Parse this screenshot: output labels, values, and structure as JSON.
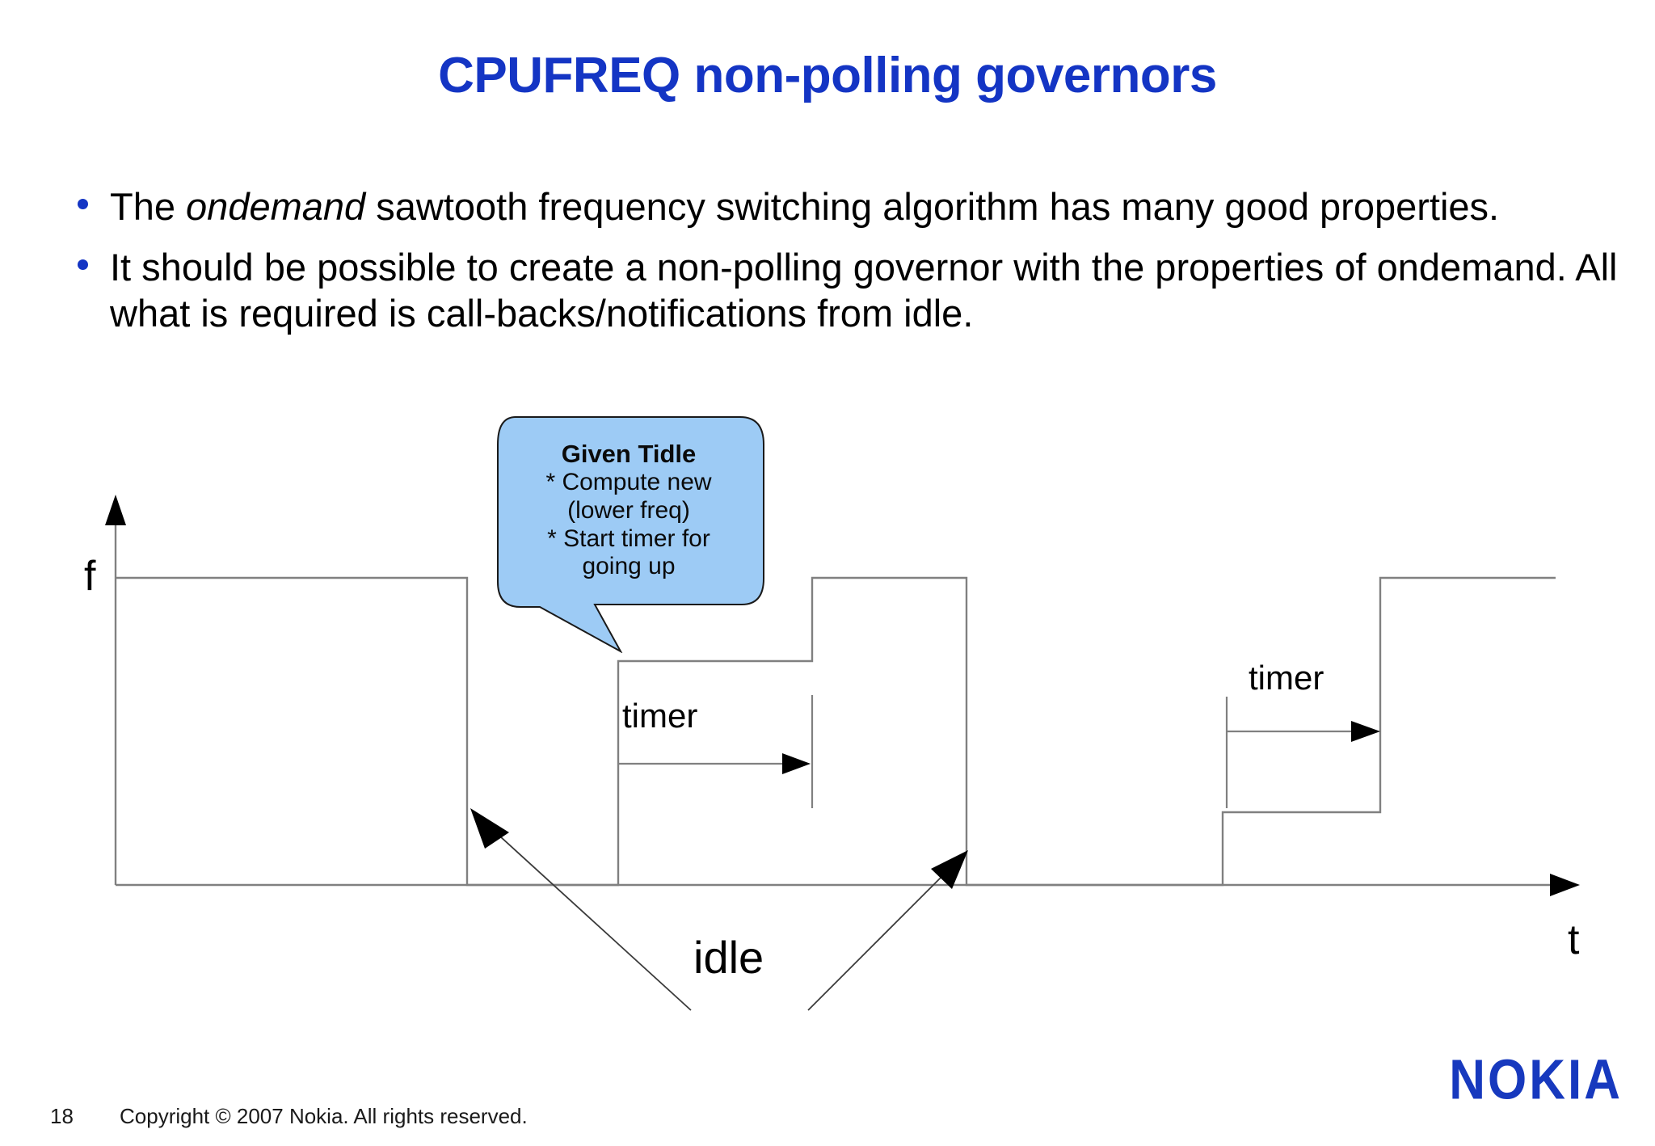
{
  "slide": {
    "title": "CPUFREQ non-polling governors",
    "page_number": "18",
    "copyright": "Copyright © 2007 Nokia. All rights reserved.",
    "logo_text": "NOKIA",
    "title_color": "#1435C4",
    "bullet_color": "#1435C4",
    "logo_color": "#1739BE"
  },
  "bullets": [
    {
      "pre": "The ",
      "em": "ondemand",
      "post": " sawtooth frequency switching algorithm has many good properties."
    },
    {
      "pre": "It should be possible to create a non-polling governor with the properties of ondemand. All what is required is call-backs/notifications from idle.",
      "em": "",
      "post": ""
    }
  ],
  "callout": {
    "header": "Given Tidle",
    "lines": [
      "* Compute new",
      "(lower freq)",
      "* Start timer for",
      "going up"
    ],
    "fill_color": "#9DCBF5",
    "stroke_color": "#1a1a1a"
  },
  "chart_data": {
    "type": "line",
    "title": "",
    "xlabel": "t",
    "ylabel": "f",
    "grid": false,
    "legend": null,
    "description": "Step/square-wave of CPU frequency over time showing ondemand-style sawtooth with idle gaps and timer-triggered ramp-ups.",
    "levels": {
      "zero": 0,
      "low": 0.33,
      "mid": 0.62,
      "high": 1.0
    },
    "x": [
      0,
      1.15,
      1.15,
      1.64,
      1.64,
      2.28,
      2.28,
      2.78,
      2.78,
      3.62,
      3.62,
      4.28,
      4.28,
      4.79,
      4.79,
      5.5
    ],
    "y": [
      1.0,
      1.0,
      0.0,
      0.0,
      0.62,
      0.62,
      1.0,
      1.0,
      0.0,
      0.0,
      0.33,
      0.33,
      1.0,
      1.0,
      1.0,
      1.0
    ],
    "annotations": [
      {
        "label": "timer",
        "kind": "interval-arrow",
        "at": "first-ramp"
      },
      {
        "label": "timer",
        "kind": "interval-arrow",
        "at": "second-ramp"
      },
      {
        "label": "idle",
        "kind": "callout-two-arrows",
        "at": "first-gap"
      }
    ],
    "axis_labels": {
      "y": "f",
      "x": "t"
    }
  }
}
